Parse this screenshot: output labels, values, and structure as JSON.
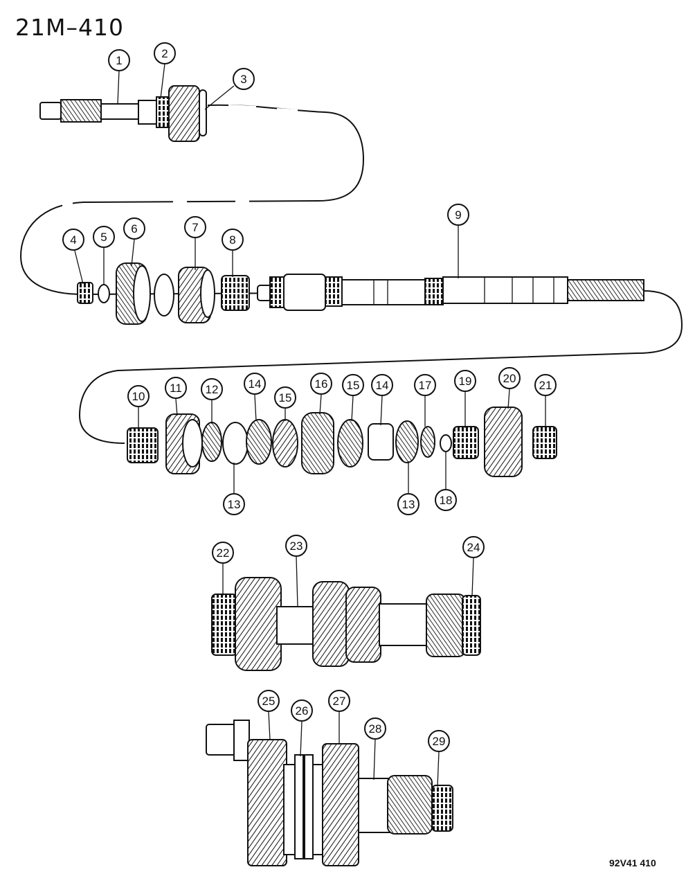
{
  "diagram": {
    "title": "21M–410",
    "code": "92V41 410",
    "callouts": [
      {
        "id": "1",
        "label": "1"
      },
      {
        "id": "2",
        "label": "2"
      },
      {
        "id": "3",
        "label": "3"
      },
      {
        "id": "4",
        "label": "4"
      },
      {
        "id": "5",
        "label": "5"
      },
      {
        "id": "6",
        "label": "6"
      },
      {
        "id": "7",
        "label": "7"
      },
      {
        "id": "8",
        "label": "8"
      },
      {
        "id": "9",
        "label": "9"
      },
      {
        "id": "10",
        "label": "10"
      },
      {
        "id": "11",
        "label": "11"
      },
      {
        "id": "12",
        "label": "12"
      },
      {
        "id": "13a",
        "label": "13"
      },
      {
        "id": "14a",
        "label": "14"
      },
      {
        "id": "15a",
        "label": "15"
      },
      {
        "id": "16",
        "label": "16"
      },
      {
        "id": "15b",
        "label": "15"
      },
      {
        "id": "14b",
        "label": "14"
      },
      {
        "id": "13b",
        "label": "13"
      },
      {
        "id": "17",
        "label": "17"
      },
      {
        "id": "18",
        "label": "18"
      },
      {
        "id": "19",
        "label": "19"
      },
      {
        "id": "20",
        "label": "20"
      },
      {
        "id": "21",
        "label": "21"
      },
      {
        "id": "22",
        "label": "22"
      },
      {
        "id": "23",
        "label": "23"
      },
      {
        "id": "24",
        "label": "24"
      },
      {
        "id": "25",
        "label": "25"
      },
      {
        "id": "26",
        "label": "26"
      },
      {
        "id": "27",
        "label": "27"
      },
      {
        "id": "28",
        "label": "28"
      },
      {
        "id": "29",
        "label": "29"
      }
    ]
  }
}
